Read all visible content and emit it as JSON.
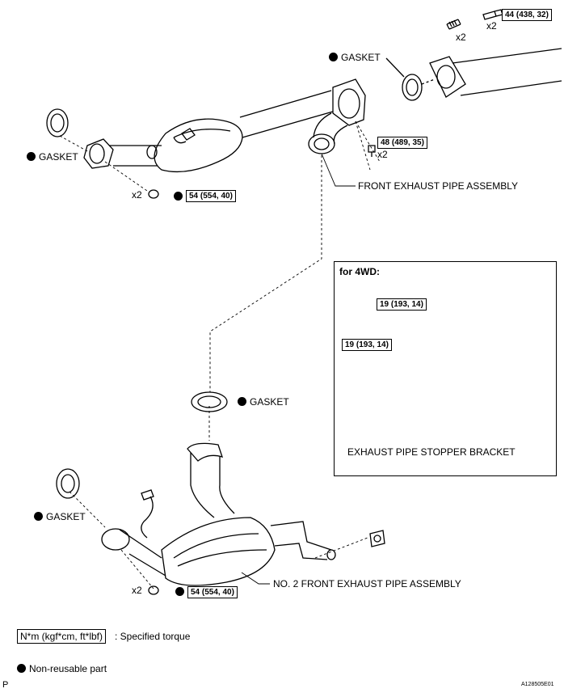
{
  "labels": {
    "gasket": "GASKET",
    "front_pipe": "FRONT EXHAUST PIPE ASSEMBLY",
    "no2_pipe": "NO. 2 FRONT EXHAUST PIPE ASSEMBLY",
    "stopper": "EXHAUST PIPE STOPPER BRACKET",
    "for_4wd": "for 4WD:",
    "x2": "x2"
  },
  "torques": {
    "t44": "44 (438, 32)",
    "t48": "48 (489, 35)",
    "t54a": "54 (554, 40)",
    "t54b": "54 (554, 40)",
    "t19a": "19 (193, 14)",
    "t19b": "19 (193, 14)"
  },
  "legend": {
    "torque_unit": "N*m (kgf*cm, ft*lbf)",
    "torque_text": ": Specified torque",
    "nonreusable": "Non-reusable part"
  },
  "footer": {
    "letter": "P",
    "code": "A128505E01"
  }
}
